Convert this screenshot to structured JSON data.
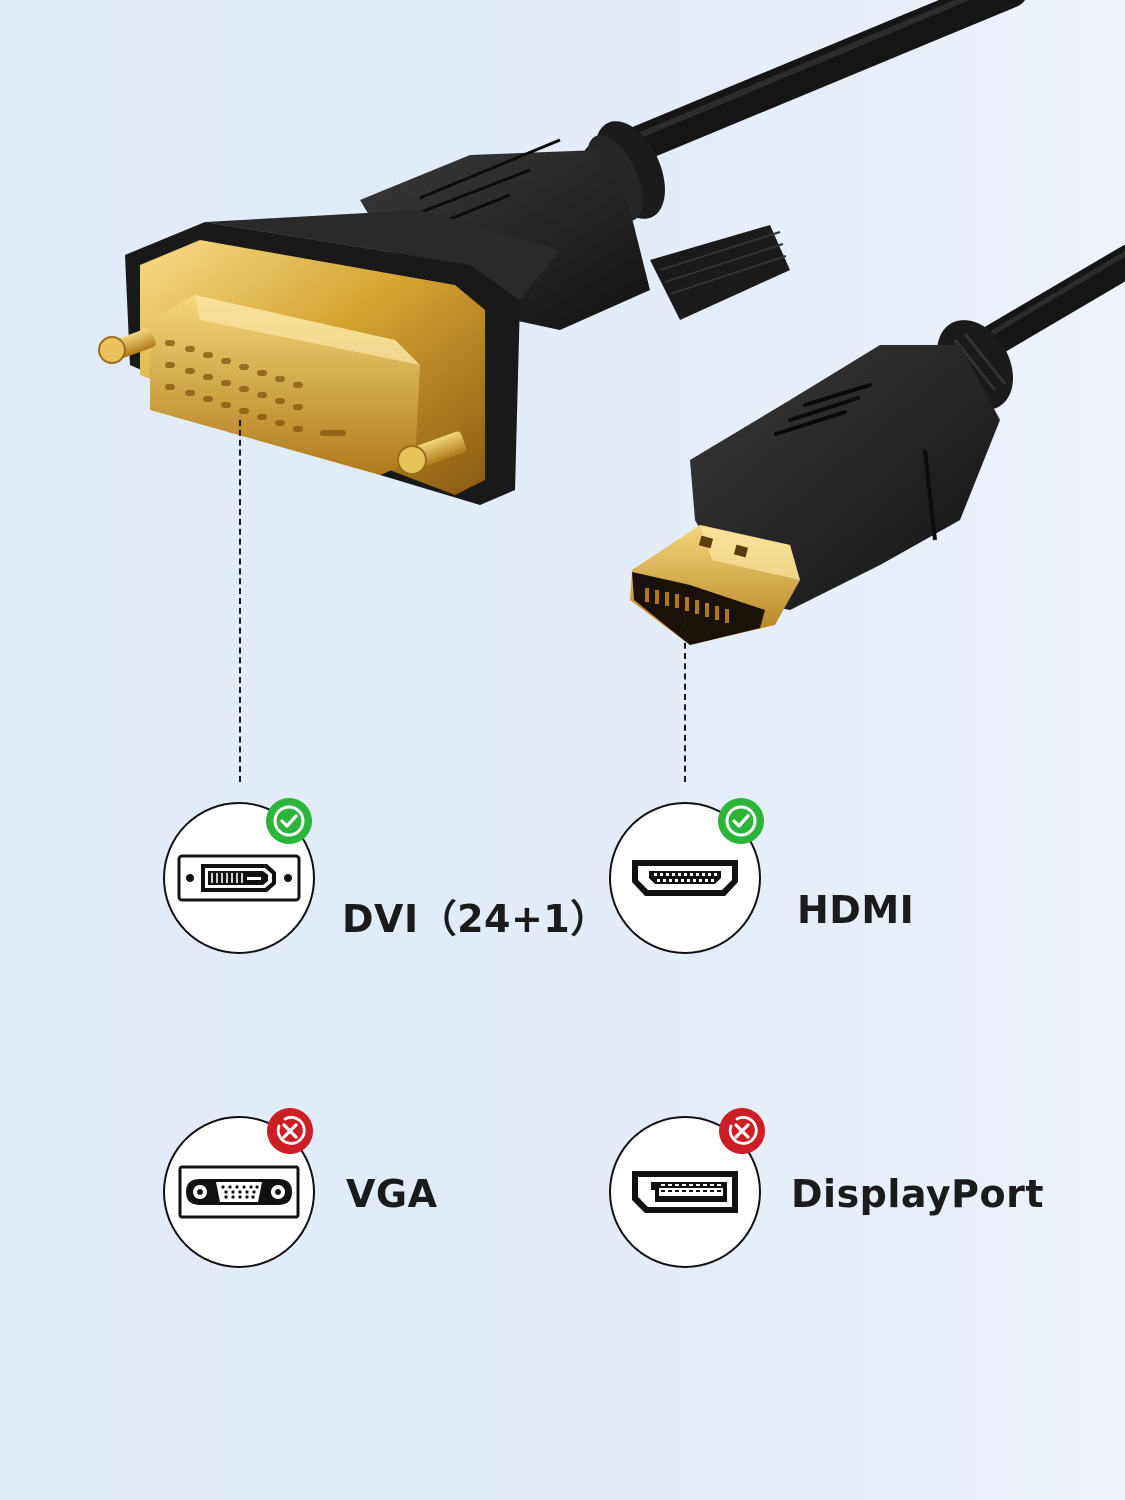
{
  "product": {
    "description": "DVI to HDMI cable",
    "connector_left": "DVI (24+1) male plug, gold-plated",
    "connector_right": "HDMI male plug, gold-plated"
  },
  "colors": {
    "background": "#e2ebf7",
    "compatible": "#2db43a",
    "incompatible": "#cc1e26",
    "text": "#1b1b1b",
    "gold": "#d4a52a",
    "plastic": "#1c1c1c"
  },
  "ports": [
    {
      "id": "dvi",
      "label": "DVI（24+1）",
      "status": "compatible",
      "icon": "dvi-port-icon",
      "badge_icon": "check-icon"
    },
    {
      "id": "hdmi",
      "label": "HDMI",
      "status": "compatible",
      "icon": "hdmi-port-icon",
      "badge_icon": "check-icon"
    },
    {
      "id": "vga",
      "label": "VGA",
      "status": "incompatible",
      "icon": "vga-port-icon",
      "badge_icon": "cross-icon"
    },
    {
      "id": "displayport",
      "label": "DisplayPort",
      "status": "incompatible",
      "icon": "displayport-icon",
      "badge_icon": "cross-icon"
    }
  ]
}
